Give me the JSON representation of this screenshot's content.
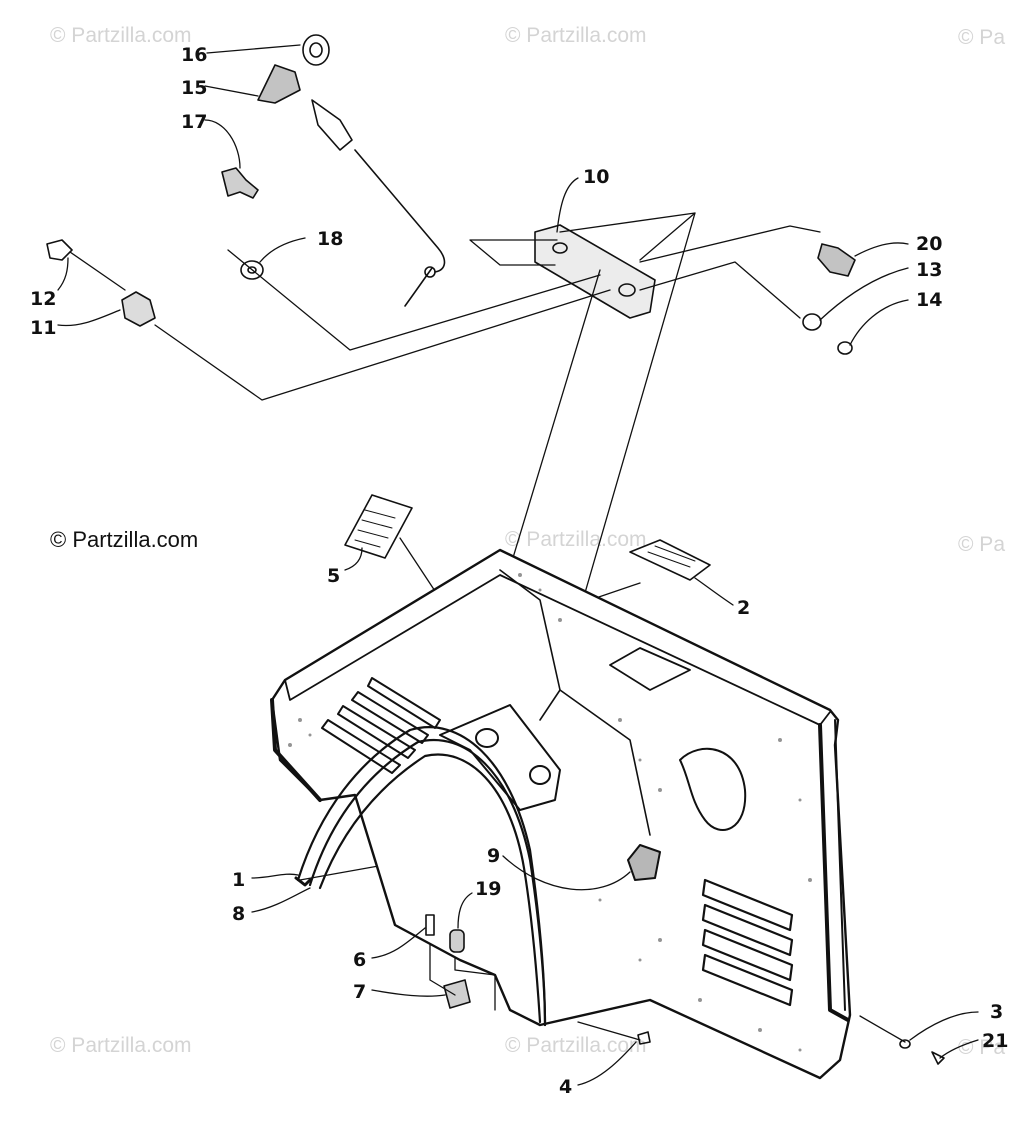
{
  "watermarks": {
    "top_left": "© Partzilla.com",
    "top_center": "© Partzilla.com",
    "top_right": "© Pa",
    "middle_left": "© Partzilla.com",
    "middle_center": "© Partzilla.com",
    "middle_right": "© Pa",
    "bottom_left": "© Partzilla.com",
    "bottom_center": "© Partzilla.com",
    "bottom_right": "© Pa"
  },
  "callouts": {
    "c1": "1",
    "c2": "2",
    "c3": "3",
    "c4": "4",
    "c5": "5",
    "c6": "6",
    "c7": "7",
    "c8": "8",
    "c9": "9",
    "c10": "10",
    "c11": "11",
    "c12": "12",
    "c13": "13",
    "c14": "14",
    "c15": "15",
    "c16": "16",
    "c17": "17",
    "c18": "18",
    "c19": "19",
    "c20": "20",
    "c21": "21"
  },
  "colors": {
    "ink": "#111111",
    "paper": "#ffffff",
    "watermark": "#d4d4d4"
  }
}
